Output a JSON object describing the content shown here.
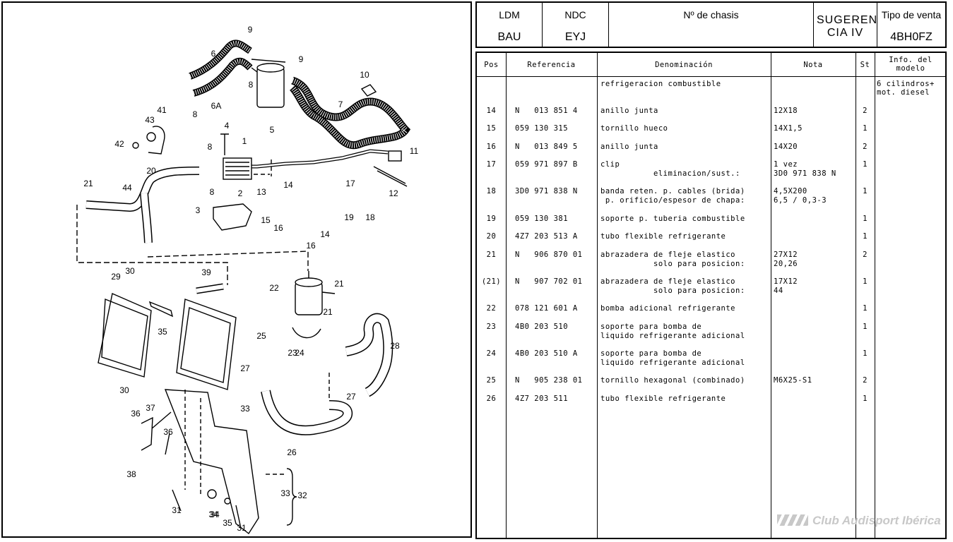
{
  "header": {
    "cells": [
      {
        "title": "LDM",
        "value": "BAU"
      },
      {
        "title": "NDC",
        "value": "EYJ"
      },
      {
        "title": "Nº de chasis",
        "value": ""
      },
      {
        "title": "SUGEREN CIA IV",
        "value": ""
      },
      {
        "title": "Tipo de venta",
        "value": "4BH0FZ"
      }
    ]
  },
  "parts_table": {
    "columns": [
      "Pos",
      "Referencia",
      "Denominación",
      "Nota",
      "St",
      "Info. del modelo"
    ],
    "group_title": "refrigeracion combustible",
    "model_info": "6 cilindros+\nmot. diesel",
    "rows": [
      {
        "pos": "14",
        "ref": "N   013 851 4",
        "den": "anillo junta",
        "nota": "12X18",
        "st": "2"
      },
      {
        "pos": "15",
        "ref": "059 130 315",
        "den": "tornillo hueco",
        "nota": "14X1,5",
        "st": "1"
      },
      {
        "pos": "16",
        "ref": "N   013 849 5",
        "den": "anillo junta",
        "nota": "14X20",
        "st": "2"
      },
      {
        "pos": "17",
        "ref": "059 971 897 B",
        "den": "clip\n           eliminacion/sust.:",
        "nota": "1 vez\n3D0 971 838 N",
        "st": "1"
      },
      {
        "pos": "18",
        "ref": "3D0 971 838 N",
        "den": "banda reten. p. cables (brida)\n p. orificio/espesor de chapa:",
        "nota": "4,5X200\n6,5 / 0,3-3",
        "st": "1"
      },
      {
        "pos": "19",
        "ref": "059 130 381",
        "den": "soporte p. tuberia combustible",
        "nota": "",
        "st": "1"
      },
      {
        "pos": "20",
        "ref": "4Z7 203 513 A",
        "den": "tubo flexible refrigerante",
        "nota": "",
        "st": "1"
      },
      {
        "pos": "21",
        "ref": "N   906 870 01",
        "den": "abrazadera de fleje elastico\n           solo para posicion:",
        "nota": "27X12\n20,26",
        "st": "2"
      },
      {
        "pos": "(21)",
        "ref": "N   907 702 01",
        "den": "abrazadera de fleje elastico\n           solo para posicion:",
        "nota": "17X12\n44",
        "st": "1"
      },
      {
        "pos": "22",
        "ref": "078 121 601 A",
        "den": "bomba adicional refrigerante",
        "nota": "",
        "st": "1"
      },
      {
        "pos": "23",
        "ref": "4B0 203 510",
        "den": "soporte para bomba de\nliquido refrigerante adicional",
        "nota": "",
        "st": "1"
      },
      {
        "pos": "24",
        "ref": "4B0 203 510 A",
        "den": "soporte para bomba de\nliquido refrigerante adicional",
        "nota": "",
        "st": "1"
      },
      {
        "pos": "25",
        "ref": "N   905 238 01",
        "den": "tornillo hexagonal (combinado)",
        "nota": "M6X25-S1",
        "st": "2"
      },
      {
        "pos": "26",
        "ref": "4Z7 203 511",
        "den": "tubo flexible refrigerante",
        "nota": "",
        "st": "1"
      }
    ]
  },
  "diagram": {
    "callouts": [
      "9",
      "6",
      "9",
      "8",
      "6A",
      "8",
      "5",
      "7",
      "10",
      "11",
      "41",
      "43",
      "42",
      "4",
      "1",
      "8",
      "8",
      "20",
      "21",
      "44",
      "13",
      "14",
      "17",
      "3",
      "2",
      "15",
      "16",
      "14",
      "19",
      "18",
      "12",
      "16",
      "21",
      "29",
      "30",
      "39",
      "22",
      "21",
      "24",
      "35",
      "25",
      "23",
      "28",
      "27",
      "30",
      "33",
      "27",
      "37",
      "36",
      "36",
      "38",
      "26",
      "33",
      "34",
      "32",
      "31",
      "34",
      "35",
      "31"
    ]
  },
  "watermark": {
    "text": "Club Audisport Ibérica"
  }
}
